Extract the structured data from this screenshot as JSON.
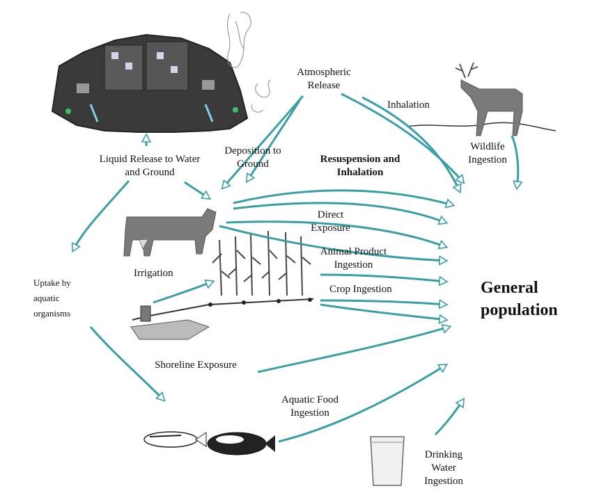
{
  "labels": {
    "atmospheric_release": "Atmospheric Release",
    "inhalation": "Inhalation",
    "wildlife_ingestion": "Wildlife Ingestion",
    "liquid_release": "Liquid Release to Water and Ground",
    "deposition": "Deposition to Ground",
    "resuspension": "Resuspension and Inhalation",
    "direct_exposure": "Direct Exposure",
    "animal_product": "Animal Product Ingestion",
    "irrigation": "Irrigation",
    "crop_ingestion": "Crop Ingestion",
    "uptake": "Uptake by aquatic organisms",
    "shoreline": "Shoreline Exposure",
    "aquatic_food": "Aquatic Food Ingestion",
    "drinking_water": "Drinking Water Ingestion",
    "general_population": "General population"
  },
  "colors": {
    "arrow_outline": "#3a9ea6",
    "arrow_fill": "#ffffff",
    "illustration_dark": "#4a4a4a",
    "illustration_grey": "#7a7a7a"
  }
}
